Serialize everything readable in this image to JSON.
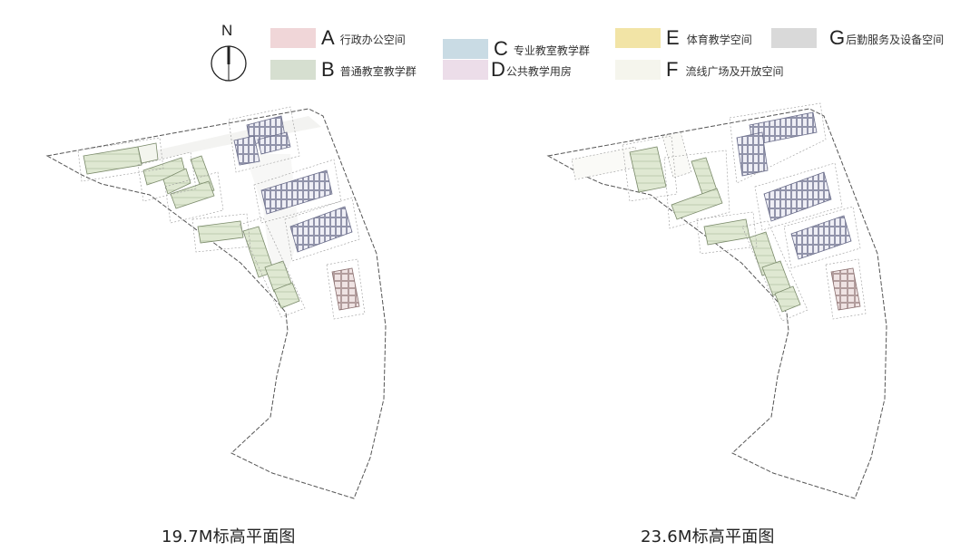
{
  "compass": {
    "label": "N",
    "icon": "north-arrow-icon"
  },
  "legend": {
    "items": [
      {
        "letter": "A",
        "label": "行政办公空间",
        "color": "#f0d6d8"
      },
      {
        "letter": "B",
        "label": "普通教室教学群",
        "color": "#d6dfd0"
      },
      {
        "letter": "C",
        "label": "专业教室教学群",
        "color": "#c9dbe4"
      },
      {
        "letter": "D",
        "label": "公共教学用房",
        "color": "#ecdde9"
      },
      {
        "letter": "E",
        "label": "体育教学空间",
        "color": "#f2e4a6"
      },
      {
        "letter": "F",
        "label": "流线广场及开放空间",
        "color": "#f5f5ed"
      },
      {
        "letter": "G",
        "label": "后勤服务及设备空间",
        "color": "#d9d9d9"
      }
    ]
  },
  "plans": [
    {
      "caption": "19.7M标高平面图"
    },
    {
      "caption": "23.6M标高平面图"
    }
  ],
  "colors": {
    "boundary": "#555555",
    "classroom_green": "#dfe8d2",
    "classroom_stroke": "#7a8a6a",
    "special_blue": "#e8e9f2",
    "special_stroke": "#6a6d8a",
    "admin_pink": "#efe3e3",
    "admin_stroke": "#8a6f6f"
  }
}
